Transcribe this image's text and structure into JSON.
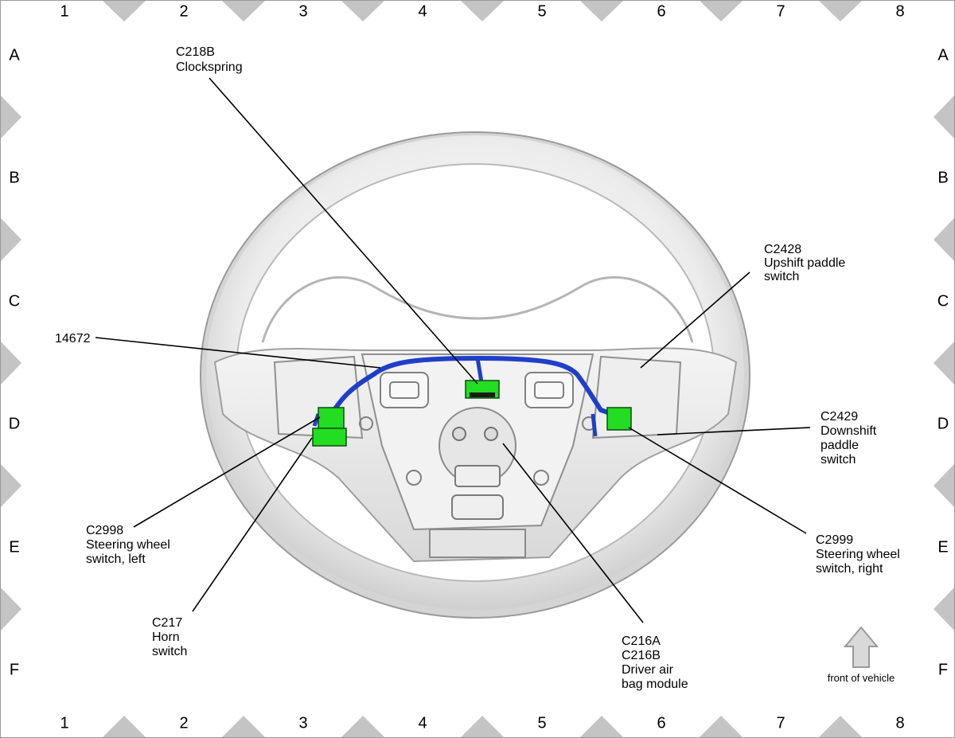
{
  "grid": {
    "columns": [
      "1",
      "2",
      "3",
      "4",
      "5",
      "6",
      "7",
      "8"
    ],
    "rows": [
      "A",
      "B",
      "C",
      "D",
      "E",
      "F"
    ]
  },
  "callouts": {
    "c218b": [
      "C218B",
      "Clockspring"
    ],
    "c2428": [
      "C2428",
      "Upshift paddle",
      "switch"
    ],
    "part14672": [
      "14672"
    ],
    "c2429": [
      "C2429",
      "Downshift",
      "paddle",
      "switch"
    ],
    "c2998": [
      "C2998",
      "Steering wheel",
      "switch, left"
    ],
    "c2999": [
      "C2999",
      "Steering wheel",
      "switch, right"
    ],
    "c217": [
      "C217",
      "Horn",
      "switch"
    ],
    "c216": [
      "C216A",
      "C216B",
      "Driver air",
      "bag module"
    ]
  },
  "orientation": {
    "label": "front of vehicle",
    "icon": "up-arrow-icon"
  },
  "colors": {
    "harness": "#1f3fc8",
    "connector": "#22dd22",
    "wheel": "#e9e9e9",
    "grid_marker": "#c4c4c4"
  }
}
